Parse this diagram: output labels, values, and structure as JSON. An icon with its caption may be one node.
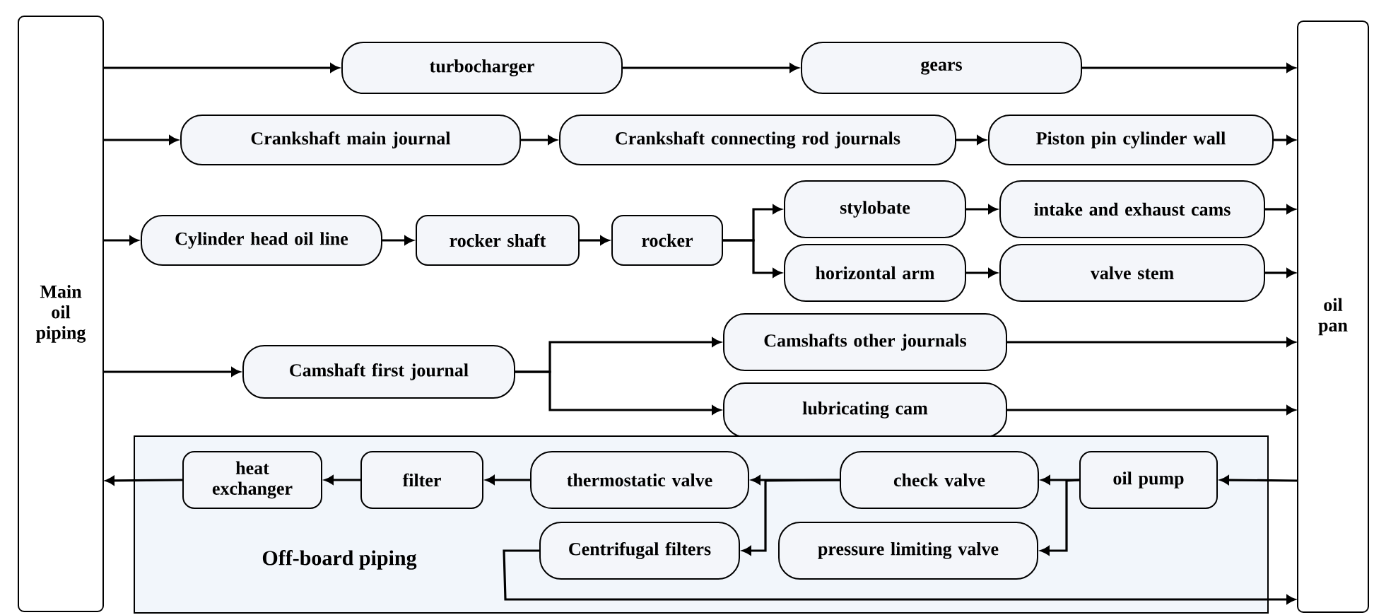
{
  "diagram": {
    "nodes": [
      {
        "text": [
          "Main oil piping"
        ]
      },
      {
        "text": [
          "oil pan"
        ]
      },
      {
        "text": [
          "turbocharger"
        ]
      },
      {
        "text": [
          "gears"
        ]
      },
      {
        "text": [
          "Crankshaft main journal"
        ]
      },
      {
        "text": [
          "Crankshaft connecting rod journals"
        ]
      },
      {
        "text": [
          "Piston pin cylinder wall"
        ]
      },
      {
        "text": [
          "Cylinder head oil line"
        ]
      },
      {
        "text": [
          "rocker shaft"
        ]
      },
      {
        "text": [
          "rocker"
        ]
      },
      {
        "text": [
          "stylobate"
        ]
      },
      {
        "text": [
          "intake and exhaust cams"
        ]
      },
      {
        "text": [
          "horizontal arm"
        ]
      },
      {
        "text": [
          "valve stem"
        ]
      },
      {
        "text": [
          "Camshaft first journal"
        ]
      },
      {
        "text": [
          "Camshafts other journals"
        ]
      },
      {
        "text": [
          "lubricating cam"
        ]
      },
      {
        "text": [
          "Off-board piping"
        ]
      },
      {
        "text": [
          "heat exchanger"
        ],
        "in": 17
      },
      {
        "text": [
          "filter"
        ],
        "in": 17
      },
      {
        "text": [
          "thermostatic valve"
        ],
        "in": 17
      },
      {
        "text": [
          "check valve"
        ],
        "in": 17
      },
      {
        "text": [
          "oil pump"
        ],
        "in": 17
      },
      {
        "text": [
          "Centrifugal filters"
        ],
        "in": 17
      },
      {
        "text": [
          "pressure limiting valve"
        ],
        "in": 17
      }
    ],
    "edges": [
      {
        "from": 0,
        "to": 2,
        "arrow": "to"
      },
      {
        "from": 2,
        "to": 3,
        "arrow": "to"
      },
      {
        "from": 3,
        "to": 1,
        "arrow": "to"
      },
      {
        "from": 0,
        "to": 4,
        "arrow": "to"
      },
      {
        "from": 4,
        "to": 5,
        "arrow": "to"
      },
      {
        "from": 5,
        "to": 6,
        "arrow": "to"
      },
      {
        "from": 6,
        "to": 1,
        "arrow": "to"
      },
      {
        "from": 0,
        "to": 7,
        "arrow": "to"
      },
      {
        "from": 7,
        "to": 8,
        "arrow": "to"
      },
      {
        "from": 8,
        "to": 9,
        "arrow": "to"
      },
      {
        "from": 9,
        "to": 10,
        "arrow": "to"
      },
      {
        "from": 9,
        "to": 12,
        "arrow": "to"
      },
      {
        "from": 10,
        "to": 11,
        "arrow": "to"
      },
      {
        "from": 12,
        "to": 13,
        "arrow": "to"
      },
      {
        "from": 11,
        "to": 1,
        "arrow": "to"
      },
      {
        "from": 13,
        "to": 1,
        "arrow": "to"
      },
      {
        "from": 0,
        "to": 14,
        "arrow": "to"
      },
      {
        "from": 14,
        "to": 15,
        "arrow": "to"
      },
      {
        "from": 14,
        "to": 16,
        "arrow": "to"
      },
      {
        "from": 15,
        "to": 1,
        "arrow": "to"
      },
      {
        "from": 16,
        "to": 1,
        "arrow": "to"
      },
      {
        "from": 1,
        "to": 22,
        "arrow": "to"
      },
      {
        "from": 22,
        "to": 21,
        "arrow": "to"
      },
      {
        "from": 22,
        "to": 24,
        "arrow": "to"
      },
      {
        "from": 21,
        "to": 20,
        "arrow": "to"
      },
      {
        "from": 21,
        "to": 23,
        "arrow": "to"
      },
      {
        "from": 20,
        "to": 19,
        "arrow": "to"
      },
      {
        "from": 19,
        "to": 18,
        "arrow": "to"
      },
      {
        "from": 18,
        "to": 0,
        "arrow": "to"
      },
      {
        "from": 23,
        "to": 1,
        "arrow": "to"
      }
    ]
  }
}
